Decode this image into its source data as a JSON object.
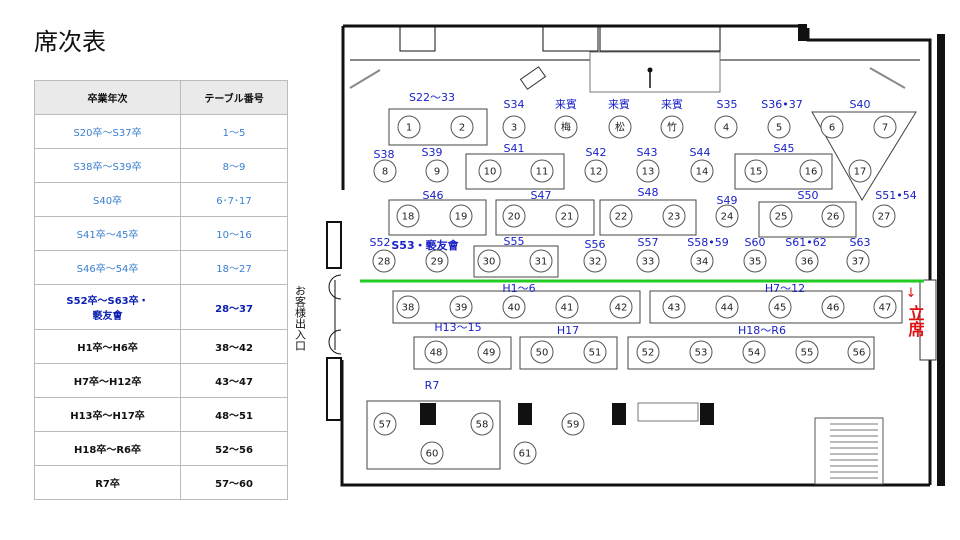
{
  "title": "席次表",
  "legend": {
    "headers": [
      "卒業年次",
      "テーブル番号"
    ],
    "rows": [
      {
        "years": "S20卒～S37卒",
        "tables": "1～5",
        "style": "blue"
      },
      {
        "years": "S38卒～S39卒",
        "tables": "8～9",
        "style": "blue"
      },
      {
        "years": "S40卒",
        "tables": "6･7･17",
        "style": "blue"
      },
      {
        "years": "S41卒～45卒",
        "tables": "10～16",
        "style": "blue"
      },
      {
        "years": "S46卒～54卒",
        "tables": "18～27",
        "style": "blue"
      },
      {
        "years": "S52卒～S63卒・\n褻友會",
        "tables": "28～37",
        "style": "navy"
      },
      {
        "years": "H1卒～H6卒",
        "tables": "38～42",
        "style": "black"
      },
      {
        "years": "H7卒～H12卒",
        "tables": "43～47",
        "style": "black"
      },
      {
        "years": "H13卒～H17卒",
        "tables": "48～51",
        "style": "black"
      },
      {
        "years": "H18卒～R6卒",
        "tables": "52～56",
        "style": "black"
      },
      {
        "years": "R7卒",
        "tables": "57～60",
        "style": "black"
      }
    ]
  },
  "floor": {
    "entrance_label": "お客様出入口",
    "standing_label": "立席",
    "standing_arrow": "↓",
    "divider_color": "#22cc22",
    "group_color": "#1a22c8",
    "standing_color": "#dd1111",
    "groups": [
      {
        "id": "g1",
        "label": "S22～33"
      },
      {
        "id": "g2",
        "label": "S34"
      },
      {
        "id": "g3",
        "label": "来賓"
      },
      {
        "id": "g4",
        "label": "来賓"
      },
      {
        "id": "g5",
        "label": "来賓"
      },
      {
        "id": "g6",
        "label": "S35"
      },
      {
        "id": "g7",
        "label": "S36•37"
      },
      {
        "id": "g8",
        "label": "S40"
      },
      {
        "id": "g9",
        "label": "S38"
      },
      {
        "id": "g10",
        "label": "S39"
      },
      {
        "id": "g11",
        "label": "S41"
      },
      {
        "id": "g12",
        "label": "S42"
      },
      {
        "id": "g13",
        "label": "S43"
      },
      {
        "id": "g14",
        "label": "S44"
      },
      {
        "id": "g15",
        "label": "S45"
      },
      {
        "id": "g16",
        "label": "S46"
      },
      {
        "id": "g17",
        "label": "S47"
      },
      {
        "id": "g18",
        "label": "S48"
      },
      {
        "id": "g19",
        "label": "S49"
      },
      {
        "id": "g20",
        "label": "S50"
      },
      {
        "id": "g21",
        "label": "S51•54"
      },
      {
        "id": "g22",
        "label": "S52"
      },
      {
        "id": "g23",
        "label": "S53・褻友會"
      },
      {
        "id": "g24",
        "label": "S55"
      },
      {
        "id": "g25",
        "label": "S56"
      },
      {
        "id": "g26",
        "label": "S57"
      },
      {
        "id": "g27",
        "label": "S58•59"
      },
      {
        "id": "g28",
        "label": "S60"
      },
      {
        "id": "g29",
        "label": "S61•62"
      },
      {
        "id": "g30",
        "label": "S63"
      },
      {
        "id": "g31",
        "label": "H1～6"
      },
      {
        "id": "g32",
        "label": "H7～12"
      },
      {
        "id": "g33",
        "label": "H13～15"
      },
      {
        "id": "g34",
        "label": "H17"
      },
      {
        "id": "g35",
        "label": "H18～R6"
      },
      {
        "id": "g36",
        "label": "R7"
      }
    ],
    "tables": [
      {
        "id": "t1",
        "label": "1"
      },
      {
        "id": "t2",
        "label": "2"
      },
      {
        "id": "t3",
        "label": "3"
      },
      {
        "id": "t4",
        "label": "梅"
      },
      {
        "id": "t5",
        "label": "松"
      },
      {
        "id": "t6",
        "label": "竹"
      },
      {
        "id": "t7",
        "label": "4"
      },
      {
        "id": "t8",
        "label": "5"
      },
      {
        "id": "t9",
        "label": "6"
      },
      {
        "id": "t10",
        "label": "7"
      },
      {
        "id": "t11",
        "label": "8"
      },
      {
        "id": "t12",
        "label": "9"
      },
      {
        "id": "t13",
        "label": "10"
      },
      {
        "id": "t14",
        "label": "11"
      },
      {
        "id": "t15",
        "label": "12"
      },
      {
        "id": "t16",
        "label": "13"
      },
      {
        "id": "t17",
        "label": "14"
      },
      {
        "id": "t18",
        "label": "15"
      },
      {
        "id": "t19",
        "label": "16"
      },
      {
        "id": "t20",
        "label": "17"
      },
      {
        "id": "t21",
        "label": "18"
      },
      {
        "id": "t22",
        "label": "19"
      },
      {
        "id": "t23",
        "label": "20"
      },
      {
        "id": "t24",
        "label": "21"
      },
      {
        "id": "t25",
        "label": "22"
      },
      {
        "id": "t26",
        "label": "23"
      },
      {
        "id": "t27",
        "label": "24"
      },
      {
        "id": "t28",
        "label": "25"
      },
      {
        "id": "t29",
        "label": "26"
      },
      {
        "id": "t30",
        "label": "27"
      },
      {
        "id": "t31",
        "label": "28"
      },
      {
        "id": "t32",
        "label": "29"
      },
      {
        "id": "t33",
        "label": "30"
      },
      {
        "id": "t34",
        "label": "31"
      },
      {
        "id": "t35",
        "label": "32"
      },
      {
        "id": "t36",
        "label": "33"
      },
      {
        "id": "t37",
        "label": "34"
      },
      {
        "id": "t38",
        "label": "35"
      },
      {
        "id": "t39",
        "label": "36"
      },
      {
        "id": "t40",
        "label": "37"
      },
      {
        "id": "t41",
        "label": "38"
      },
      {
        "id": "t42",
        "label": "39"
      },
      {
        "id": "t43",
        "label": "40"
      },
      {
        "id": "t44",
        "label": "41"
      },
      {
        "id": "t45",
        "label": "42"
      },
      {
        "id": "t46",
        "label": "43"
      },
      {
        "id": "t47",
        "label": "44"
      },
      {
        "id": "t48",
        "label": "45"
      },
      {
        "id": "t49",
        "label": "46"
      },
      {
        "id": "t50",
        "label": "47"
      },
      {
        "id": "t51",
        "label": "48"
      },
      {
        "id": "t52",
        "label": "49"
      },
      {
        "id": "t53",
        "label": "50"
      },
      {
        "id": "t54",
        "label": "51"
      },
      {
        "id": "t55",
        "label": "52"
      },
      {
        "id": "t56",
        "label": "53"
      },
      {
        "id": "t57",
        "label": "54"
      },
      {
        "id": "t58",
        "label": "55"
      },
      {
        "id": "t59",
        "label": "56"
      },
      {
        "id": "t60",
        "label": "57"
      },
      {
        "id": "t61",
        "label": "58"
      },
      {
        "id": "t62",
        "label": "60"
      },
      {
        "id": "t63",
        "label": "61"
      },
      {
        "id": "t64",
        "label": "59"
      }
    ]
  }
}
